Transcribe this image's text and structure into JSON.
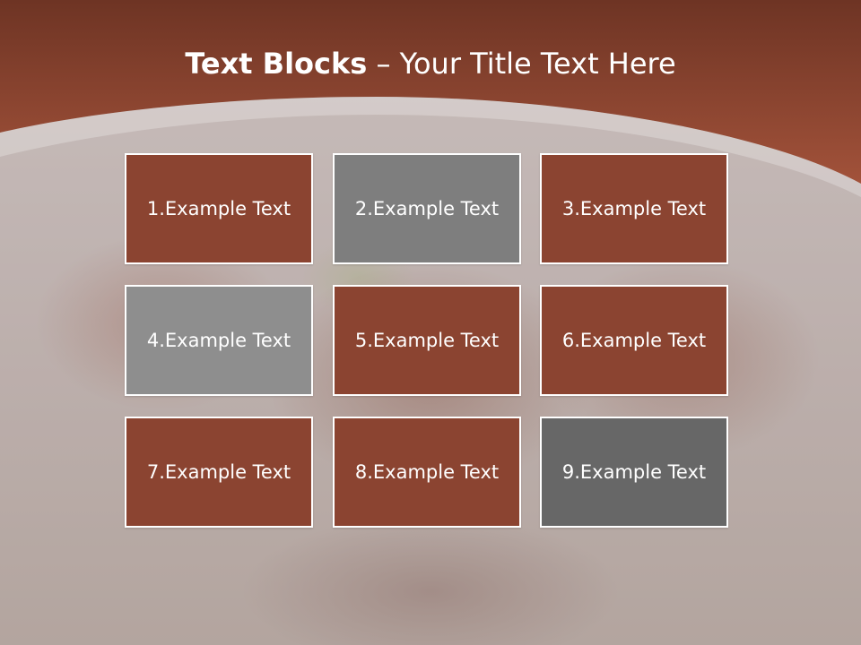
{
  "title": {
    "bold": "Text Blocks",
    "dash": " – ",
    "rest": "Your Title Text Here"
  },
  "colors": {
    "brown": "#8b4431",
    "dark_gray": "#7f7f7f",
    "light_gray": "#8c8c8c",
    "charcoal": "#676767",
    "header": "#8f4632"
  },
  "blocks": [
    {
      "label": "1.Example Text",
      "color": "#8b4431"
    },
    {
      "label": "2.Example Text",
      "color": "#7e7e7e"
    },
    {
      "label": "3.Example Text",
      "color": "#8b4431"
    },
    {
      "label": "4.Example Text",
      "color": "#8e8e8e"
    },
    {
      "label": "5.Example Text",
      "color": "#8b4431"
    },
    {
      "label": "6.Example Text",
      "color": "#8b4431"
    },
    {
      "label": "7.Example Text",
      "color": "#8b4431"
    },
    {
      "label": "8.Example Text",
      "color": "#8b4431"
    },
    {
      "label": "9.Example Text",
      "color": "#676767"
    }
  ]
}
